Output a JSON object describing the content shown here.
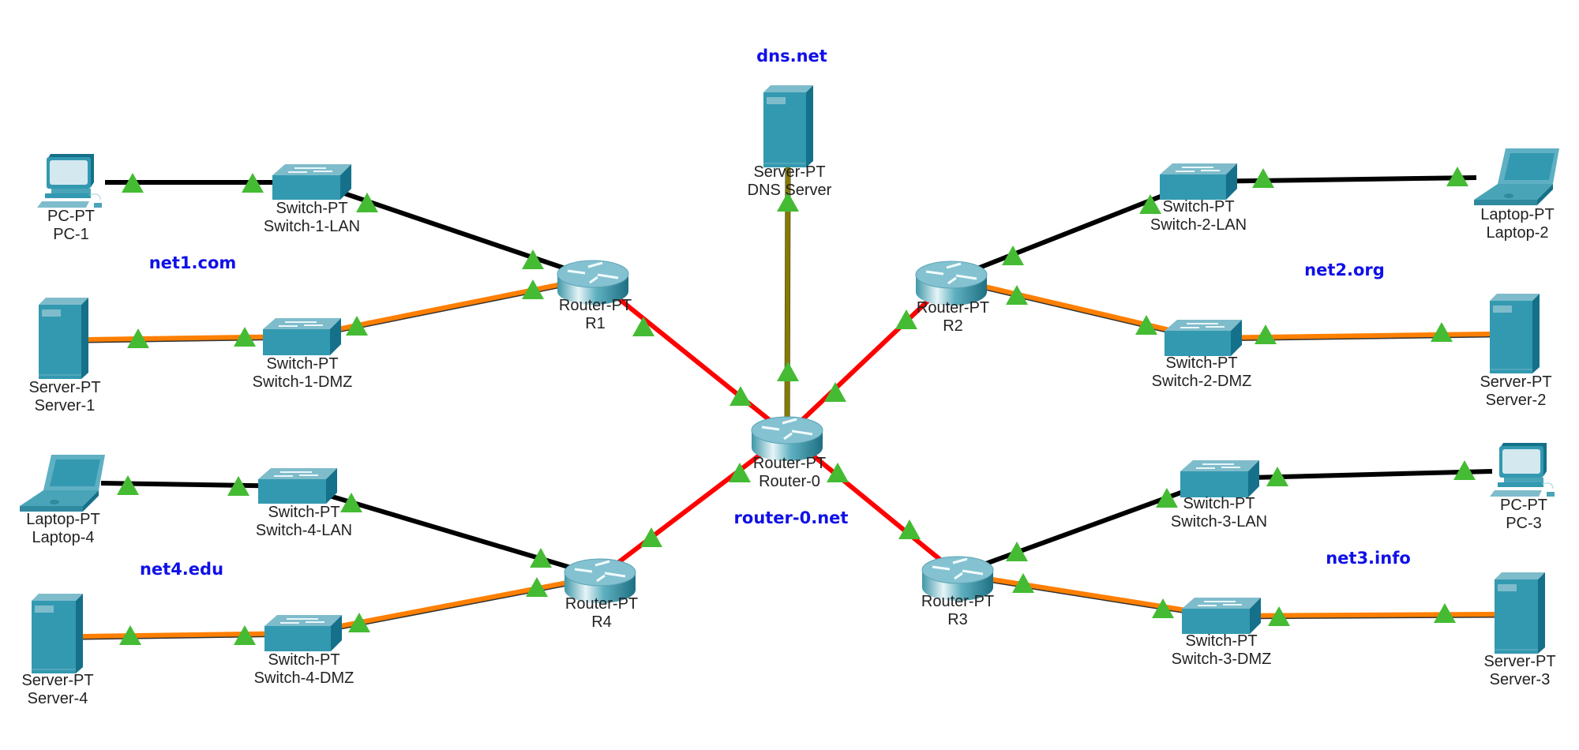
{
  "colors": {
    "lan_link": "#000000",
    "dmz_link": "#ff7f00",
    "wan_link": "#ff0000",
    "dns_link": "#857a00",
    "port_up": "#44bb33",
    "network_label": "#1010e8",
    "device_body": "#3399b0"
  },
  "networks": [
    {
      "id": "net1",
      "label": "net1.com"
    },
    {
      "id": "net2",
      "label": "net2.org"
    },
    {
      "id": "net3",
      "label": "net3.info"
    },
    {
      "id": "net4",
      "label": "net4.edu"
    },
    {
      "id": "core",
      "label": "router-0.net"
    },
    {
      "id": "dns",
      "label": "dns.net"
    }
  ],
  "devices": [
    {
      "id": "pc1",
      "type": "pc",
      "model": "PC-PT",
      "name": "PC-1"
    },
    {
      "id": "sw1lan",
      "type": "switch",
      "model": "Switch-PT",
      "name": "Switch-1-LAN"
    },
    {
      "id": "srv1",
      "type": "server",
      "model": "Server-PT",
      "name": "Server-1"
    },
    {
      "id": "sw1dmz",
      "type": "switch",
      "model": "Switch-PT",
      "name": "Switch-1-DMZ"
    },
    {
      "id": "r1",
      "type": "router",
      "model": "Router-PT",
      "name": "R1"
    },
    {
      "id": "lap4",
      "type": "laptop",
      "model": "Laptop-PT",
      "name": "Laptop-4"
    },
    {
      "id": "sw4lan",
      "type": "switch",
      "model": "Switch-PT",
      "name": "Switch-4-LAN"
    },
    {
      "id": "srv4",
      "type": "server",
      "model": "Server-PT",
      "name": "Server-4"
    },
    {
      "id": "sw4dmz",
      "type": "switch",
      "model": "Switch-PT",
      "name": "Switch-4-DMZ"
    },
    {
      "id": "r4",
      "type": "router",
      "model": "Router-PT",
      "name": "R4"
    },
    {
      "id": "dns",
      "type": "server",
      "model": "Server-PT",
      "name": "DNS Server"
    },
    {
      "id": "r0",
      "type": "router",
      "model": "Router-PT",
      "name": "Router-0"
    },
    {
      "id": "r2",
      "type": "router",
      "model": "Router-PT",
      "name": "R2"
    },
    {
      "id": "sw2lan",
      "type": "switch",
      "model": "Switch-PT",
      "name": "Switch-2-LAN"
    },
    {
      "id": "lap2",
      "type": "laptop",
      "model": "Laptop-PT",
      "name": "Laptop-2"
    },
    {
      "id": "sw2dmz",
      "type": "switch",
      "model": "Switch-PT",
      "name": "Switch-2-DMZ"
    },
    {
      "id": "srv2",
      "type": "server",
      "model": "Server-PT",
      "name": "Server-2"
    },
    {
      "id": "r3",
      "type": "router",
      "model": "Router-PT",
      "name": "R3"
    },
    {
      "id": "sw3lan",
      "type": "switch",
      "model": "Switch-PT",
      "name": "Switch-3-LAN"
    },
    {
      "id": "pc3",
      "type": "pc",
      "model": "PC-PT",
      "name": "PC-3"
    },
    {
      "id": "sw3dmz",
      "type": "switch",
      "model": "Switch-PT",
      "name": "Switch-3-DMZ"
    },
    {
      "id": "srv3",
      "type": "server",
      "model": "Server-PT",
      "name": "Server-3"
    }
  ],
  "links": [
    {
      "from": "pc1",
      "to": "sw1lan",
      "kind": "lan"
    },
    {
      "from": "sw1lan",
      "to": "r1",
      "kind": "lan"
    },
    {
      "from": "srv1",
      "to": "sw1dmz",
      "kind": "dmz"
    },
    {
      "from": "sw1dmz",
      "to": "r1",
      "kind": "dmz"
    },
    {
      "from": "r1",
      "to": "r0",
      "kind": "wan"
    },
    {
      "from": "lap4",
      "to": "sw4lan",
      "kind": "lan"
    },
    {
      "from": "sw4lan",
      "to": "r4",
      "kind": "lan"
    },
    {
      "from": "srv4",
      "to": "sw4dmz",
      "kind": "dmz"
    },
    {
      "from": "sw4dmz",
      "to": "r4",
      "kind": "dmz"
    },
    {
      "from": "r4",
      "to": "r0",
      "kind": "wan"
    },
    {
      "from": "dns",
      "to": "r0",
      "kind": "dns"
    },
    {
      "from": "r2",
      "to": "r0",
      "kind": "wan"
    },
    {
      "from": "sw2lan",
      "to": "r2",
      "kind": "lan"
    },
    {
      "from": "lap2",
      "to": "sw2lan",
      "kind": "lan"
    },
    {
      "from": "sw2dmz",
      "to": "r2",
      "kind": "dmz"
    },
    {
      "from": "srv2",
      "to": "sw2dmz",
      "kind": "dmz"
    },
    {
      "from": "r3",
      "to": "r0",
      "kind": "wan"
    },
    {
      "from": "sw3lan",
      "to": "r3",
      "kind": "lan"
    },
    {
      "from": "pc3",
      "to": "sw3lan",
      "kind": "lan"
    },
    {
      "from": "sw3dmz",
      "to": "r3",
      "kind": "dmz"
    },
    {
      "from": "srv3",
      "to": "sw3dmz",
      "kind": "dmz"
    }
  ]
}
